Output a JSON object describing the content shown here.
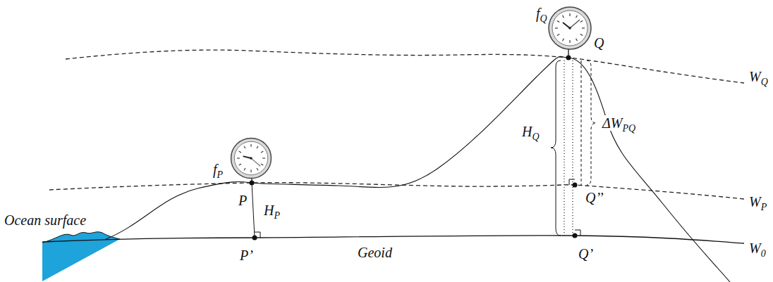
{
  "diagram": {
    "labels": [
      "fQ",
      "Q",
      "WQ",
      "ΔWPQ",
      "HQ",
      "fP",
      "P",
      "HP",
      "Q’’",
      "WP",
      "Ocean surface",
      "P’",
      "Geoid",
      "Q’",
      "W0"
    ]
  }
}
